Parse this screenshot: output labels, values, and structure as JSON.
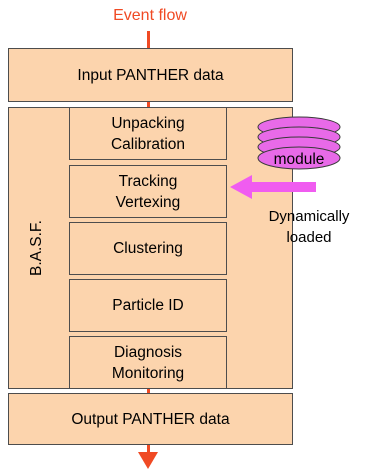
{
  "diagram": {
    "title": "Event flow",
    "input_box": "Input PANTHER data",
    "framework_label": "B.A.S.F.",
    "modules": [
      "Unpacking\nCalibration",
      "Tracking\nVertexing",
      "Clustering",
      "Particle ID",
      "Diagnosis\nMonitoring"
    ],
    "output_box": "Output PANTHER data",
    "module_stack_label": "module",
    "dynamic_note": "Dynamically\nloaded",
    "colors": {
      "box_fill": "#fcd4ad",
      "flow_arrow": "#f04a24",
      "module_disk": "#e86ae8",
      "load_arrow": "#f05cf0"
    }
  }
}
